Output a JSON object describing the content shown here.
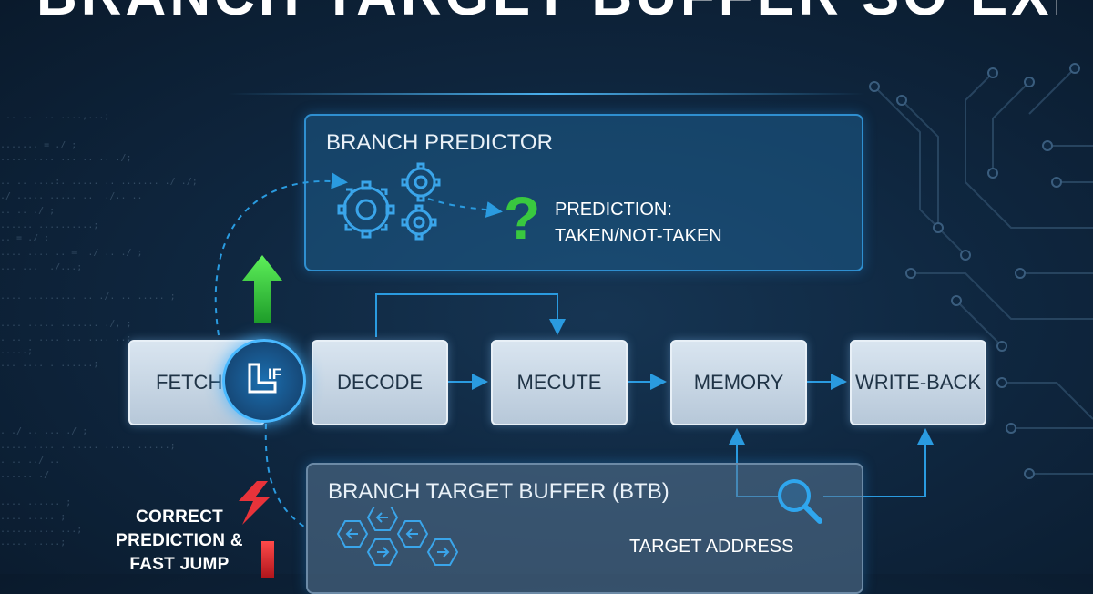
{
  "headline": "BRANCH TARGET BUFFER SO EXIST?",
  "branch_predictor": {
    "title": "BRANCH PREDICTOR",
    "prediction_line1": "PREDICTION:",
    "prediction_line2": "TAKEN/NOT-TAKEN",
    "question_mark": "?"
  },
  "pipeline": {
    "stages": [
      "FETCH",
      "DECODE",
      "MECUTE",
      "MEMORY",
      "WRITE-BACK"
    ],
    "fetch_badge": "IF"
  },
  "btb": {
    "title": "BRANCH TARGET BUFFER (BTB)",
    "target_label": "TARGET ADDRESS"
  },
  "callout": {
    "line1": "CORRECT",
    "line2": "PREDICTION &",
    "line3": "FAST JUMP"
  },
  "colors": {
    "background": "#0f2740",
    "panel_border": "#2f8fd0",
    "accent_green": "#37c83c",
    "accent_red": "#e8333a",
    "arrow_blue": "#2a9be0"
  },
  "icons": [
    "gears-icon",
    "question-icon",
    "up-arrow-icon",
    "lightning-icon",
    "magnifier-icon",
    "hexagon-arrows-icon",
    "instruction-fetch-icon"
  ]
}
